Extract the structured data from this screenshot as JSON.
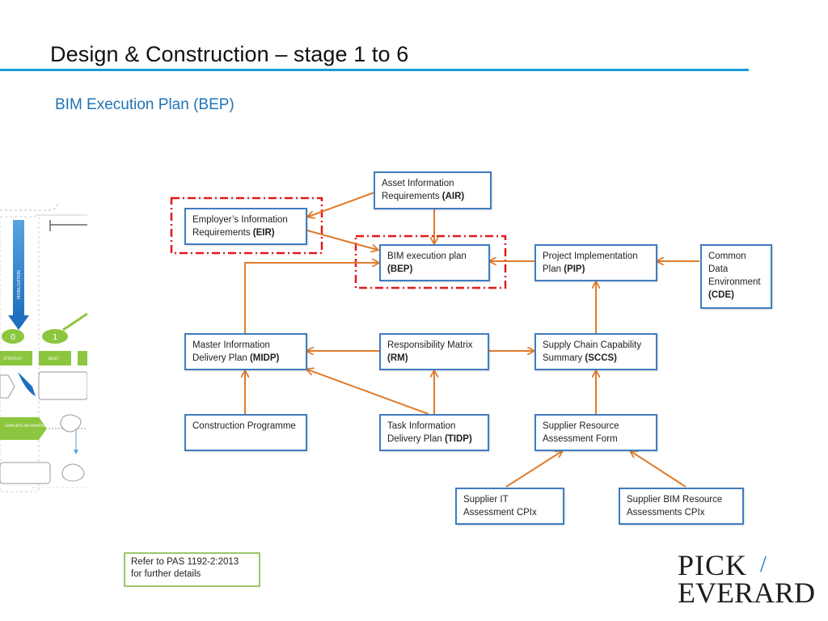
{
  "slide": {
    "title": "Design & Construction – stage 1 to 6",
    "subtitle": "BIM Execution Plan (BEP)"
  },
  "colors": {
    "title_rule": "#1a9bd7",
    "subtitle": "#1f73b7",
    "node_border": "#3f7cc0",
    "arrow": "#e07b2c",
    "highlight_dash": "#e01b1b",
    "note_border": "#9cc66a"
  },
  "diagram": {
    "nodes": {
      "air": {
        "label": "Asset Information Requirements",
        "abbr": "(AIR)"
      },
      "eir": {
        "label": "Employer’s Information Requirements",
        "abbr": "(EIR)"
      },
      "bep": {
        "label": "BIM execution plan",
        "abbr": "(BEP)"
      },
      "pip": {
        "label": "Project Implementation Plan",
        "abbr": "(PIP)"
      },
      "cde": {
        "label": "Common Data Environment",
        "abbr": "(CDE)"
      },
      "midp": {
        "label": "Master Information Delivery Plan",
        "abbr": "(MIDP)"
      },
      "rm": {
        "label": "Responsibility Matrix",
        "abbr": "(RM)"
      },
      "sccs": {
        "label": "Supply Chain Capability Summary",
        "abbr": "(SCCS)"
      },
      "cp": {
        "label": "Construction Programme",
        "abbr": ""
      },
      "tidp": {
        "label": "Task Information Delivery Plan",
        "abbr": "(TIDP)"
      },
      "sraf": {
        "label": "Supplier Resource Assessment Form",
        "abbr": ""
      },
      "sit": {
        "label": "Supplier IT Assessment CPIx",
        "abbr": ""
      },
      "sbim": {
        "label": "Supplier BIM Resource Assessments CPIx",
        "abbr": ""
      }
    },
    "edges": [
      {
        "from": "air",
        "to": "eir"
      },
      {
        "from": "air",
        "to": "bep"
      },
      {
        "from": "eir",
        "to": "bep"
      },
      {
        "from": "pip",
        "to": "bep"
      },
      {
        "from": "cde",
        "to": "pip"
      },
      {
        "from": "midp",
        "to": "bep"
      },
      {
        "from": "rm",
        "to": "midp"
      },
      {
        "from": "rm",
        "to": "sccs"
      },
      {
        "from": "sccs",
        "to": "pip"
      },
      {
        "from": "cp",
        "to": "midp"
      },
      {
        "from": "tidp",
        "to": "rm"
      },
      {
        "from": "tidp",
        "to": "midp"
      },
      {
        "from": "sraf",
        "to": "sccs"
      },
      {
        "from": "sit",
        "to": "sraf"
      },
      {
        "from": "sbim",
        "to": "sraf"
      }
    ],
    "highlighted": [
      "eir",
      "bep"
    ]
  },
  "note": {
    "line1": "Refer to PAS 1192-2:2013",
    "line2": "for further details"
  },
  "logo": {
    "line1": "PICK",
    "separator": "/",
    "line2": "EVERARD"
  },
  "side_figure": {
    "labels": [
      "0",
      "1",
      "STRATEGY",
      "BRIEF",
      "SUPPLIER'S INFORMATION EXCHANGE",
      "MOBILISATION"
    ]
  }
}
